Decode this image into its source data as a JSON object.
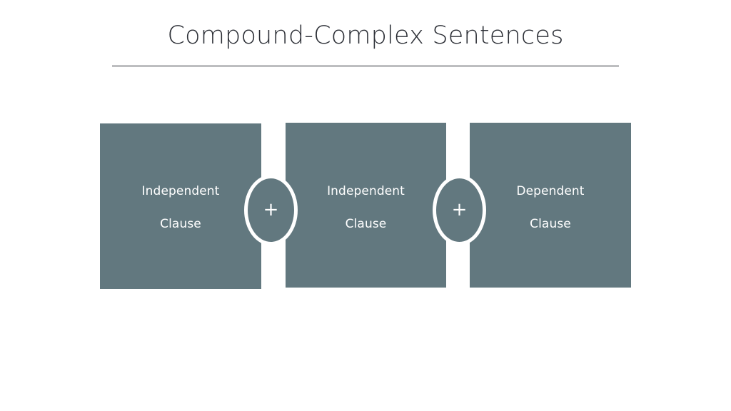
{
  "slide": {
    "title": "Compound-Complex Sentences",
    "background_color": "#ffffff",
    "title_color": "#2b2e35",
    "rule_color": "#23262c"
  },
  "diagram": {
    "accent_color": "#62787f",
    "text_color": "#ffffff",
    "boxes": [
      {
        "id": "box-1",
        "line1": "Independent",
        "line2": "Clause"
      },
      {
        "id": "box-2",
        "line1": "Independent",
        "line2": "Clause"
      },
      {
        "id": "box-3",
        "line1": "Dependent",
        "line2": "Clause"
      }
    ],
    "connectors": [
      {
        "id": "connector-1",
        "symbol": "+",
        "icon": "plus-icon"
      },
      {
        "id": "connector-2",
        "symbol": "+",
        "icon": "plus-icon"
      }
    ]
  }
}
